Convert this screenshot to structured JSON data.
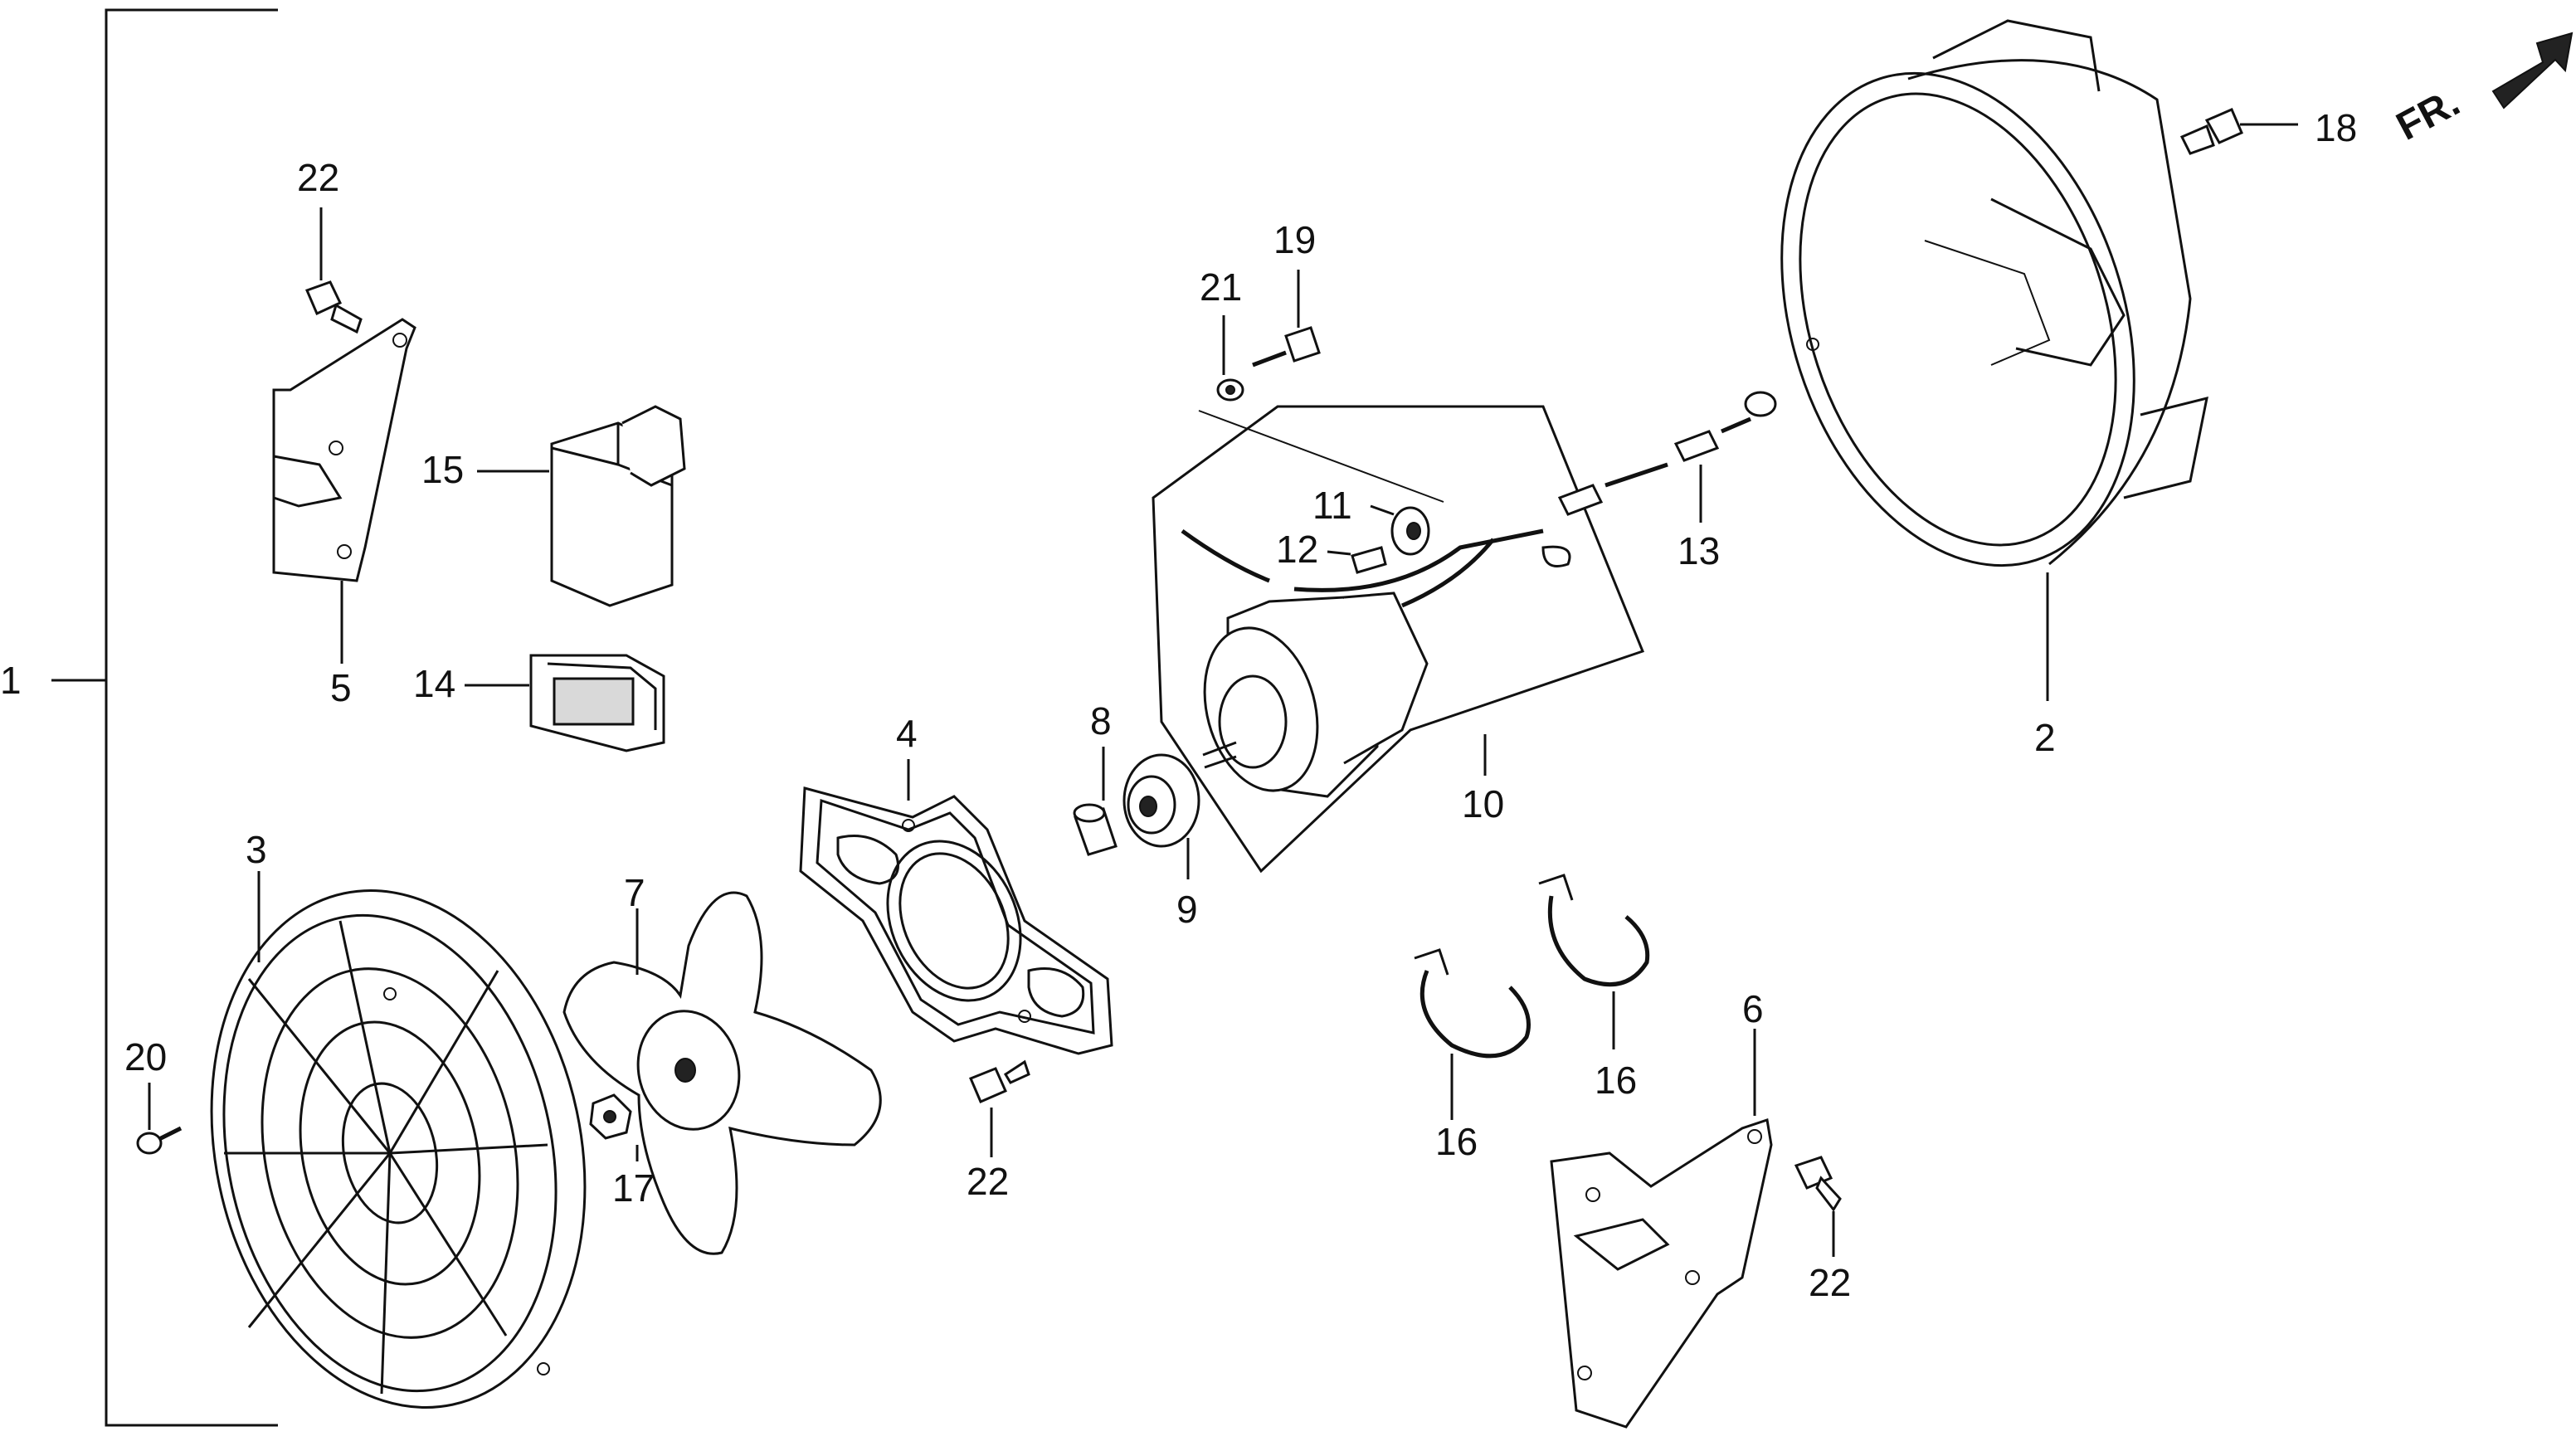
{
  "direction_marker": {
    "text": "FR."
  },
  "labels": {
    "p1": "1",
    "p2": "2",
    "p3": "3",
    "p4": "4",
    "p5": "5",
    "p6": "6",
    "p7": "7",
    "p8": "8",
    "p9": "9",
    "p10": "10",
    "p11": "11",
    "p12": "12",
    "p13": "13",
    "p14": "14",
    "p15": "15",
    "p16a": "16",
    "p16b": "16",
    "p17": "17",
    "p18": "18",
    "p19": "19",
    "p20": "20",
    "p21": "21",
    "p22a": "22",
    "p22b": "22",
    "p22c": "22"
  }
}
